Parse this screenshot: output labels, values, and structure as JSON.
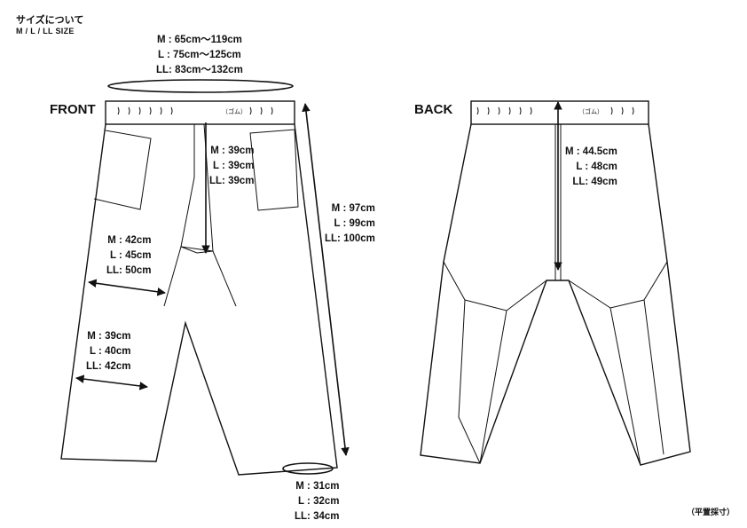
{
  "header": {
    "title": "サイズについて",
    "sizes": "M / L / LL SIZE"
  },
  "views": {
    "front": "FRONT",
    "back": "BACK"
  },
  "elastic_label": "（ゴム）",
  "waist": [
    "M : 65cm〜119cm",
    "L : 75cm〜125cm",
    "LL: 83cm〜132cm"
  ],
  "rise_front": [
    "M : 39cm",
    "L : 39cm",
    "LL: 39cm"
  ],
  "length": [
    "M : 97cm",
    "L : 99cm",
    "LL: 100cm"
  ],
  "thigh": [
    "M : 42cm",
    "L : 45cm",
    "LL: 50cm"
  ],
  "knee": [
    "M : 39cm",
    "L : 40cm",
    "LL: 42cm"
  ],
  "hem": [
    "M : 31cm",
    "L : 32cm",
    "LL: 34cm"
  ],
  "rise_back": [
    "M : 44.5cm",
    "L : 48cm",
    "LL: 49cm"
  ],
  "note": "（平置採寸）"
}
